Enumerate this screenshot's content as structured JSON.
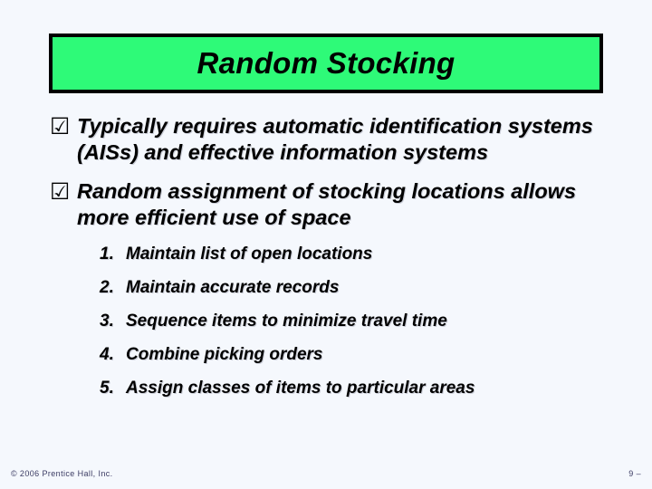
{
  "slide": {
    "title": "Random Stocking",
    "title_bg_color": "#2efa78",
    "title_border_color": "#000000",
    "background_color": "#f5f8fd",
    "text_color": "#000000"
  },
  "bullets": [
    {
      "marker": "☑",
      "marker_icon": "checked-ballot-box-icon",
      "text": "Typically requires automatic identification systems (AISs) and effective information systems"
    },
    {
      "marker": "☑",
      "marker_icon": "checked-ballot-box-icon",
      "text": "Random assignment of stocking locations allows more efficient use of space"
    }
  ],
  "numbered_list": [
    {
      "number": "1.",
      "text": "Maintain list of open locations"
    },
    {
      "number": "2.",
      "text": "Maintain accurate records"
    },
    {
      "number": "3.",
      "text": "Sequence items to minimize travel time"
    },
    {
      "number": "4.",
      "text": "Combine picking orders"
    },
    {
      "number": "5.",
      "text": "Assign classes of items to particular areas"
    }
  ],
  "footer": {
    "copyright": "© 2006 Prentice Hall, Inc.",
    "page_number": "9 –",
    "color": "#3b3b63"
  }
}
